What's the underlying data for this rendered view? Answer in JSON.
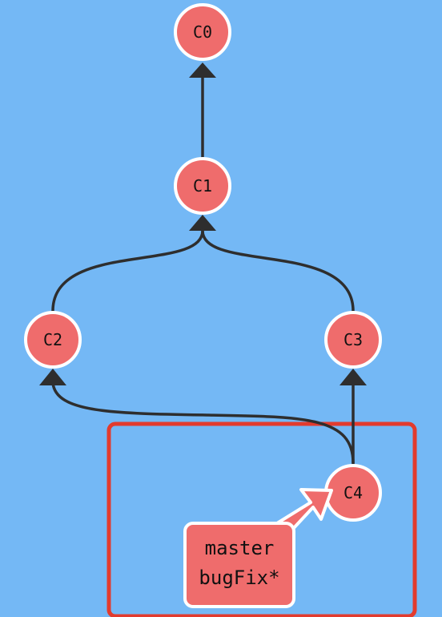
{
  "graph": {
    "commits": [
      {
        "id": "c0",
        "label": "C0"
      },
      {
        "id": "c1",
        "label": "C1"
      },
      {
        "id": "c2",
        "label": "C2"
      },
      {
        "id": "c3",
        "label": "C3"
      },
      {
        "id": "c4",
        "label": "C4"
      }
    ],
    "branch_tag": {
      "lines": [
        "master",
        "bugFix*"
      ]
    }
  },
  "colors": {
    "background": "#74b8f5",
    "commit_fill": "#ef6c6c",
    "commit_stroke": "#ffffff",
    "edge": "#2e2e2e",
    "highlight_box": "#e23b2e",
    "branch_fill": "#ef6c6c",
    "branch_stroke": "#ffffff"
  }
}
